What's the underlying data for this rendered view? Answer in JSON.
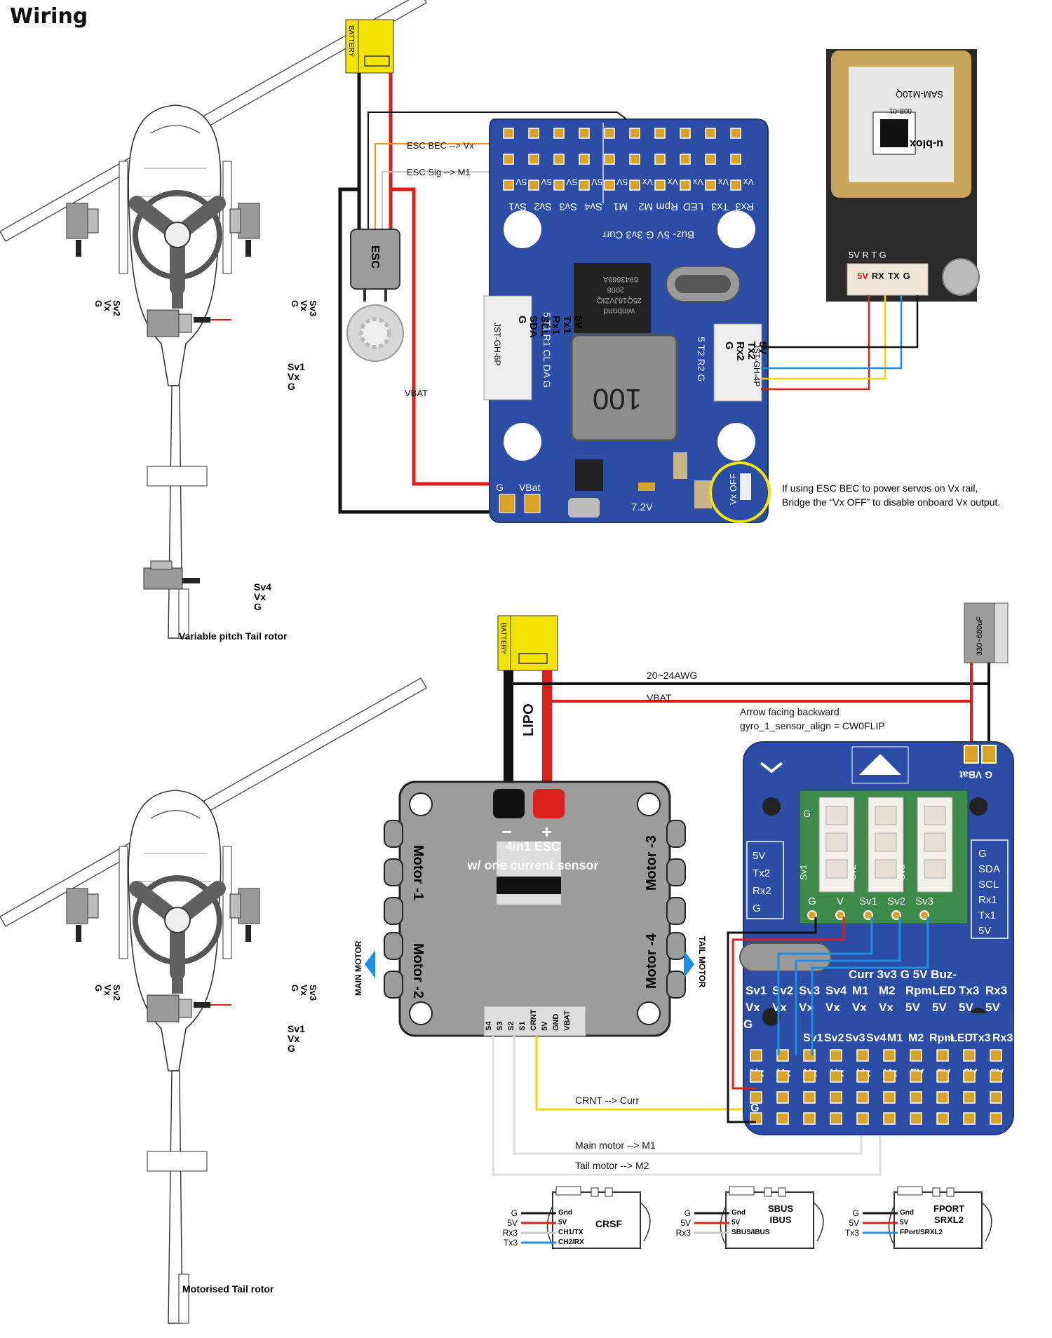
{
  "title": "Wiring",
  "top": {
    "battery": "BATTERY",
    "esc": "ESC",
    "wire_labels": {
      "esc_bec": "ESC BEC --> Vx",
      "esc_sig": "ESC Sig --> M1",
      "vbat": "VBAT"
    },
    "fc_row1": [
      "Rx3",
      "Tx3",
      "LED",
      "Rpm",
      "M2",
      "M1",
      "Sv4",
      "Sv3",
      "Sv2",
      "Sv1"
    ],
    "fc_row2": [
      "5V",
      "5V",
      "5V",
      "5V",
      "5V",
      "Vx",
      "Vx",
      "Vx",
      "Vx",
      "Vx"
    ],
    "fc_row3": "Buz-  5V  G  3v3  Curr",
    "chip_text": [
      "winbond",
      "25Q16JVZIQ",
      "2008",
      "6943668A"
    ],
    "inductor": "100",
    "left_port": {
      "name": "JST-GH-6P",
      "pins": [
        "G",
        "SDA",
        "SCL",
        "Rx1",
        "Tx1",
        "5V"
      ],
      "side": "5 T1 R1 CL DA G"
    },
    "right_port": {
      "name": "JST-GH-4P",
      "pins": [
        "G",
        "Rx2",
        "Tx2",
        "5V"
      ],
      "side": "5 T2 R2 G"
    },
    "pads": {
      "g": "G",
      "vbat": "VBat",
      "volt": "7.2V",
      "vx_off": "Vx OFF"
    },
    "gps": {
      "model": "SAM-M10Q",
      "sub": "00B-01",
      "brand": "u-blox",
      "pins": [
        "5V",
        "RX",
        "TX",
        "G"
      ],
      "silk": "5V R T G"
    },
    "note": [
      "If using ESC BEC to power servos on Vx rail,",
      "Bridge the “Vx OFF” to disable onboard Vx output."
    ],
    "servo_labels": {
      "sv2": [
        "Sv2",
        "Vx",
        "G"
      ],
      "sv3": [
        "Sv3",
        "Vx",
        "G"
      ],
      "sv1": [
        "Sv1",
        "Vx",
        "G"
      ],
      "sv4": [
        "Sv4",
        "Vx",
        "G"
      ]
    },
    "caption": "Variable pitch Tail rotor"
  },
  "bottom": {
    "battery": "BATTERY",
    "capacitor": "330~680uF",
    "awg": "20~24AWG",
    "vbat": "VBAT",
    "arrow_note": [
      "Arrow facing backward",
      "gyro_1_sensor_align = CW0FLIP"
    ],
    "lipo": "LIPO",
    "minus": "−",
    "plus": "+",
    "esc_title": "4in1 ESC",
    "esc_sub": "w/ one current sensor",
    "motors": [
      "Motor -1",
      "Motor -2",
      "Motor -3",
      "Motor -4"
    ],
    "main_motor": "MAIN MOTOR",
    "tail_motor": "TAIL MOTOR",
    "esc_pins": [
      "S4",
      "S3",
      "S2",
      "S1",
      "CRNT",
      "5V",
      "GND",
      "VBAT"
    ],
    "wire_labels": {
      "crnt": "CRNT --> Curr",
      "main": "Main motor  --> M1",
      "tail": "Tail motor  --> M2"
    },
    "fc_pads": {
      "g": "G",
      "vbat": "VBat"
    },
    "servo_header": [
      "G",
      "V",
      "Sv1",
      "Sv2",
      "Sv3"
    ],
    "servo_side": [
      "Sv1",
      "Sv2",
      "Sv3"
    ],
    "left_silk": [
      "5V",
      "Tx2",
      "Rx2",
      "G"
    ],
    "right_silk": [
      "G",
      "SDA",
      "SCL",
      "Rx1",
      "Tx1",
      "5V"
    ],
    "row_top": "Curr  3v3  G  5V  Buz-",
    "row_a": [
      "Sv1",
      "Sv2",
      "Sv3",
      "Sv4",
      "M1",
      "M2",
      "Rpm",
      "LED",
      "Tx3",
      "Rx3"
    ],
    "row_b": [
      "Vx",
      "Vx",
      "Vx",
      "Vx",
      "Vx",
      "Vx",
      "5V",
      "5V",
      "5V",
      "5V"
    ],
    "row_c": [
      "Sv1",
      "Sv2",
      "Sv3",
      "Sv4",
      "M1",
      "M2",
      "Rpm",
      "LED",
      "Tx3",
      "Rx3"
    ],
    "row_d": [
      "Vx",
      "Vx",
      "Vx",
      "Vx",
      "Vx",
      "Vx",
      "5V",
      "5V",
      "5V",
      "5V"
    ],
    "row_g": "G",
    "servo_labels": {
      "sv2": [
        "Sv2",
        "Vx",
        "G"
      ],
      "sv3": [
        "Sv3",
        "Vx",
        "G"
      ],
      "sv1": [
        "Sv1",
        "Vx",
        "G"
      ]
    },
    "caption": "Motorised Tail rotor"
  },
  "receivers": [
    {
      "name": "CRSF",
      "wires": [
        "G",
        "5V",
        "Rx3",
        "Tx3"
      ],
      "pins": [
        "Gnd",
        "5V",
        "CH1/TX",
        "CH2/RX"
      ]
    },
    {
      "name": "SBUS\nIBUS",
      "name1": "SBUS",
      "name2": "IBUS",
      "wires": [
        "G",
        "5V",
        "Rx3"
      ],
      "pins": [
        "Gnd",
        "5V",
        "SBUS/IBUS"
      ]
    },
    {
      "name1": "FPORT",
      "name2": "SRXL2",
      "wires": [
        "G",
        "5V",
        "Tx3"
      ],
      "pins": [
        "Gnd",
        "5V",
        "FPort/SRXL2"
      ]
    }
  ],
  "colors": {
    "board": "#2c4da5",
    "pad": "#d9a325",
    "red": "#d9201a",
    "black": "#111111",
    "yellow": "#f2d600",
    "blue": "#1e8fe0",
    "orange": "#f39419",
    "grey": "#c8c8c8"
  }
}
